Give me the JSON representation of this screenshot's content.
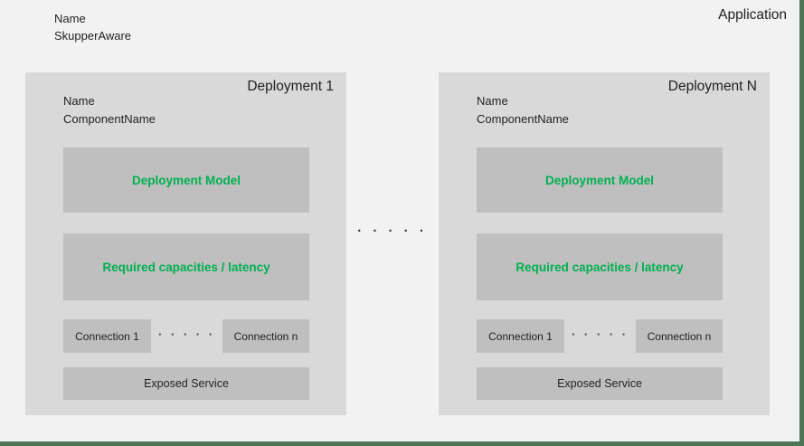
{
  "header": {
    "application_title": "Application",
    "name_label": "Name",
    "name_value": "SkupperAware"
  },
  "separator_dots": "· · · · ·",
  "deployments": [
    {
      "title": "Deployment 1",
      "name_label": "Name",
      "component_name": "ComponentName",
      "deployment_model": "Deployment Model",
      "required_capacities": "Required capacities / latency",
      "connections": {
        "first": "Connection 1",
        "dots": "· · · · ·",
        "last": "Connection n"
      },
      "exposed_service": "Exposed Service"
    },
    {
      "title": "Deployment N",
      "name_label": "Name",
      "component_name": "ComponentName",
      "deployment_model": "Deployment Model",
      "required_capacities": "Required capacities / latency",
      "connections": {
        "first": "Connection 1",
        "dots": "· · · · ·",
        "last": "Connection n"
      },
      "exposed_service": "Exposed Service"
    }
  ],
  "colors": {
    "background": "#f2f2f2",
    "panel_border_green": "#4a7453",
    "deployment_fill": "#d9d9d9",
    "inner_box_fill": "#bfbfbf",
    "accent_green_text": "#00b050",
    "text": "#1f1f1f"
  }
}
